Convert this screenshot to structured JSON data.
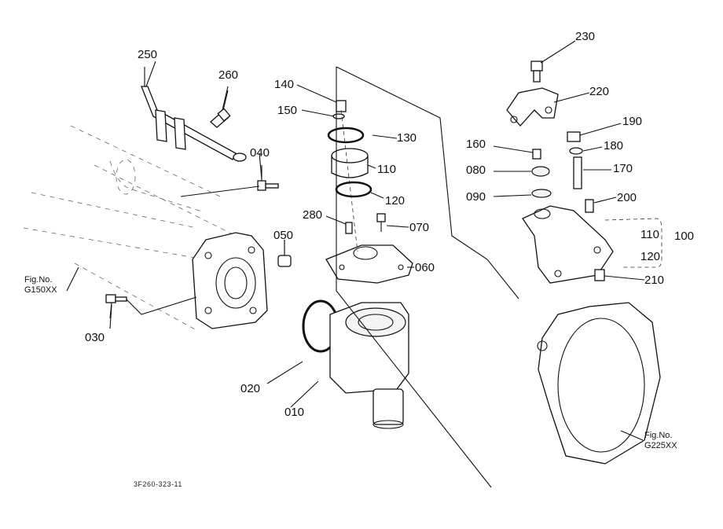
{
  "diagram": {
    "part_labels": {
      "p250": "250",
      "p260": "260",
      "p140": "140",
      "p150": "150",
      "p130": "130",
      "p110a": "110",
      "p120a": "120",
      "p040": "040",
      "p280": "280",
      "p070": "070",
      "p050": "050",
      "p060": "060",
      "p030": "030",
      "p020": "020",
      "p010": "010",
      "p230": "230",
      "p220": "220",
      "p190": "190",
      "p160": "160",
      "p180": "180",
      "p080": "080",
      "p170": "170",
      "p090": "090",
      "p200": "200",
      "p110b": "110",
      "p100": "100",
      "p120b": "120",
      "p210": "210"
    },
    "fig_refs": {
      "left_title": "Fig.No.",
      "left_code": "G150XX",
      "right_title": "Fig.No.",
      "right_code": "G225XX"
    },
    "drawing_id": "3F260-323-11"
  }
}
